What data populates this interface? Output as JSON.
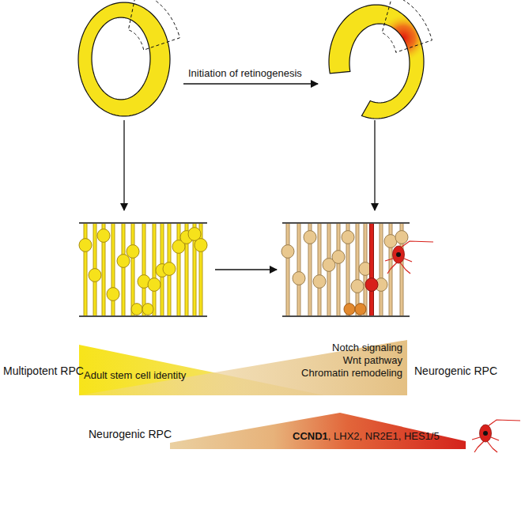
{
  "diagram": {
    "nodes": [
      {
        "text": [
          "Adult stem cell identity"
        ]
      },
      {
        "text": [
          "Notch signaling",
          "Wnt pathway",
          "Chromatin remodeling"
        ]
      },
      {
        "text": [
          "CCND1",
          ", LHX2, NR2E1, HES1/5"
        ]
      }
    ],
    "labels": [
      "Initiation of retinogenesis",
      "Multipotent RPC",
      "Neurogenic RPC",
      "Neurogenic RPC"
    ]
  }
}
